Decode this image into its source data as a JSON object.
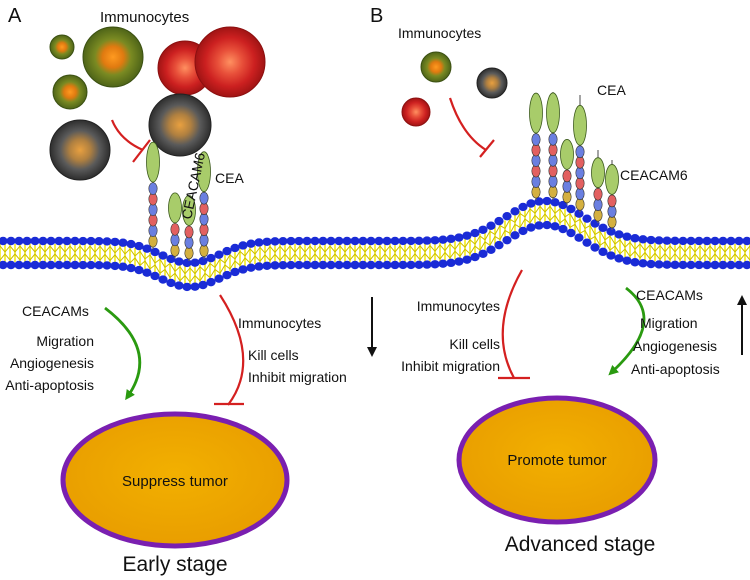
{
  "panel_a": {
    "letter": "A",
    "immunocytes_top": "Immunocytes",
    "cea": "CEA",
    "ceacam6": "CEACAM6",
    "ceacams": "CEACAMs",
    "effects": [
      "Migration",
      "Angiogenesis",
      "Anti-apoptosis"
    ],
    "immunocytes_mid": "Immunocytes",
    "immune_effects": [
      "Kill cells",
      "Inhibit migration"
    ],
    "tumor": "Suppress tumor",
    "stage": "Early stage"
  },
  "panel_b": {
    "letter": "B",
    "immunocytes_top": "Immunocytes",
    "cea": "CEA",
    "ceacam6": "CEACAM6",
    "immunocytes_mid": "Immunocytes",
    "immune_effects": [
      "Kill cells",
      "Inhibit migration"
    ],
    "ceacams": "CEACAMs",
    "effects": [
      "Migration",
      "Angiogenesis",
      "Anti-apoptosis"
    ],
    "tumor": "Promote tumor",
    "stage": "Advanced stage"
  },
  "colors": {
    "membrane_head": "#1a2bd6",
    "membrane_tail": "#f2e600",
    "tumor_fill": "#f0a800",
    "tumor_border": "#7a1fb0",
    "inhibit_red": "#d42020",
    "promote_green": "#2a9a10",
    "cea_green": "#a8cc6a"
  }
}
